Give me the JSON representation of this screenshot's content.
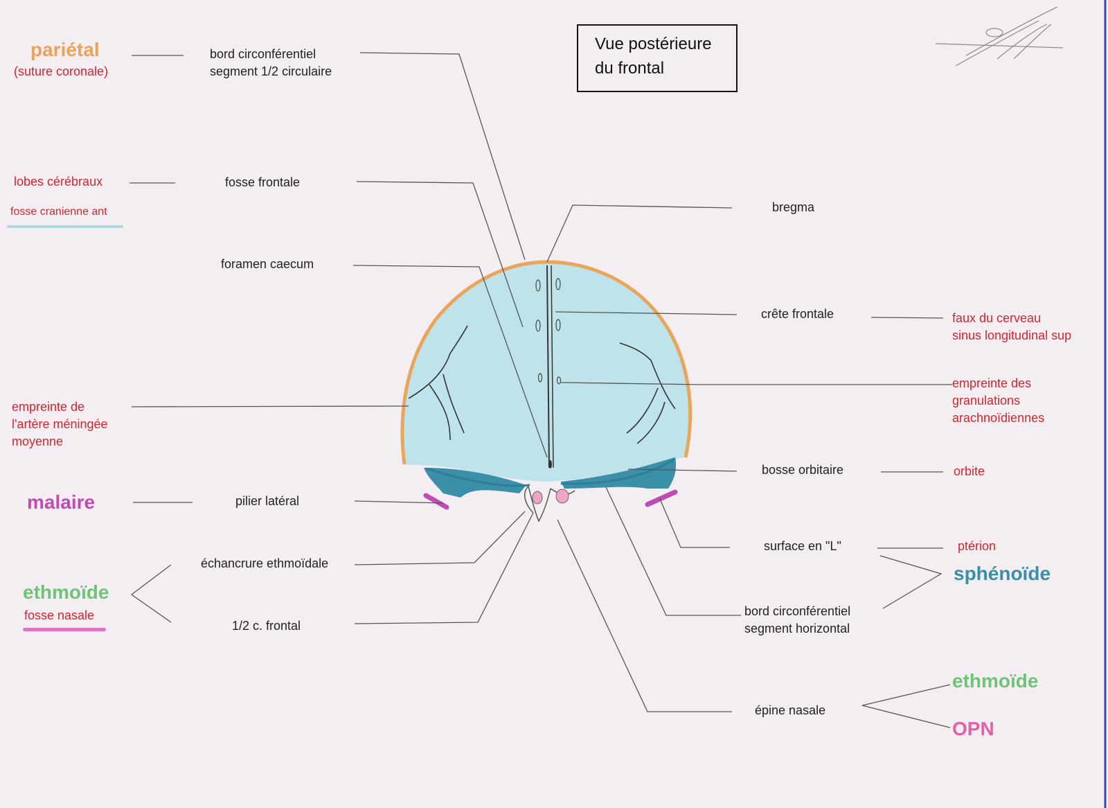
{
  "title": {
    "line1": "Vue postérieure",
    "line2": "du frontal"
  },
  "labels": {
    "bord_circ_half_1": "bord circonférentiel",
    "bord_circ_half_2": "segment 1/2 circulaire",
    "fosse_frontale": "fosse frontale",
    "foramen_caecum": "foramen caecum",
    "bregma": "bregma",
    "crete_frontale": "crête frontale",
    "pilier_lateral": "pilier latéral",
    "echancrure": "échancrure ethmoïdale",
    "half_c_frontal": "1/2 c. frontal",
    "bosse_orbitaire": "bosse orbitaire",
    "surface_l": "surface en \"L\"",
    "bord_circ_horiz_1": "bord circonférentiel",
    "bord_circ_horiz_2": "segment horizontal",
    "epine_nasale": "épine nasale"
  },
  "relations": {
    "parietal": "pariétal",
    "suture_coronale": "(suture coronale)",
    "lobes_cerebraux": "lobes cérébraux",
    "fosse_cranienne": "fosse cranienne ant",
    "artere_1": "empreinte de",
    "artere_2": "l'artère méningée",
    "artere_3": "moyenne",
    "malaire": "malaire",
    "ethmoide_left": "ethmoïde",
    "fosse_nasale": "fosse nasale",
    "faux_1": "faux du cerveau",
    "faux_2": "sinus longitudinal sup",
    "granul_1": "empreinte des",
    "granul_2": "granulations",
    "granul_3": "arachnoïdiennes",
    "orbite": "orbite",
    "pterion": "ptérion",
    "sphenoide": "sphénoïde",
    "ethmoide_right": "ethmoïde",
    "opn": "OPN"
  },
  "colors": {
    "parietal": "#e8a45a",
    "malaire": "#c04bb5",
    "ethmoide": "#6cc477",
    "sphenoide": "#3a8ea8",
    "opn": "#dd62a6",
    "red_text": "#d0262e",
    "bone_fill": "#bfe3ea",
    "coronal_border": "#e9a65b",
    "orbital_plate": "#3c8fa8"
  }
}
